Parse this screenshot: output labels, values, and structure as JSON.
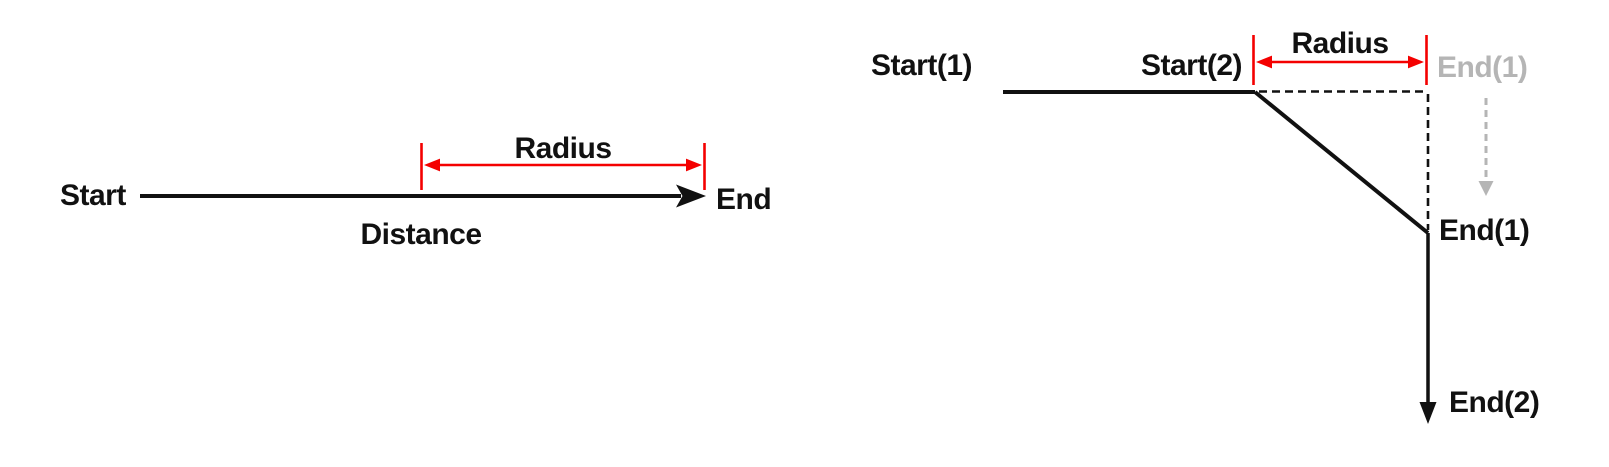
{
  "colors": {
    "ink": "#111111",
    "red": "#f40000",
    "gray": "#b5b5b5",
    "bg": "#ffffff"
  },
  "left": {
    "start": "Start",
    "end": "End",
    "distance": "Distance",
    "radius": "Radius"
  },
  "right": {
    "start1": "Start(1)",
    "start2": "Start(2)",
    "radius": "Radius",
    "end1_ghost": "End(1)",
    "end1": "End(1)",
    "end2": "End(2)"
  }
}
